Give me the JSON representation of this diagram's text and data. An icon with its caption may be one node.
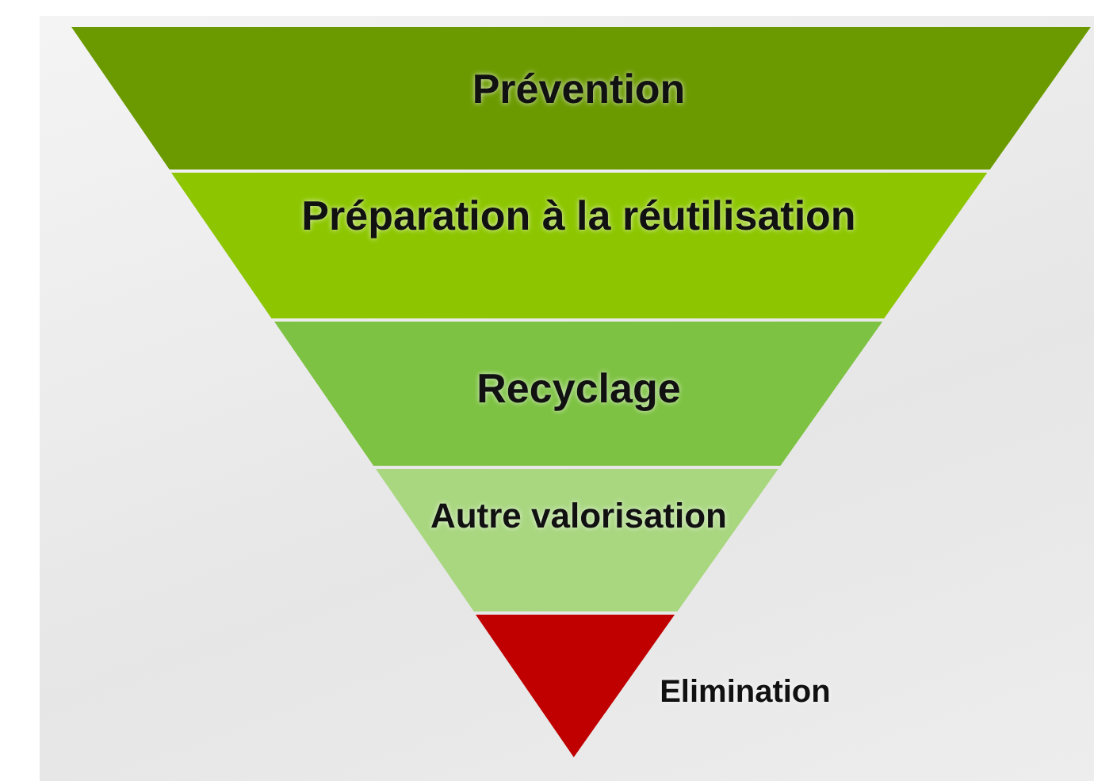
{
  "diagram": {
    "nodes": [
      {
        "text": [
          "Prévention"
        ]
      },
      {
        "text": [
          "Préparation à la réutilisation"
        ]
      },
      {
        "text": [
          "Recyclage"
        ]
      },
      {
        "text": [
          "Autre valorisation"
        ]
      },
      {
        "text": [
          "Elimination"
        ]
      }
    ]
  }
}
